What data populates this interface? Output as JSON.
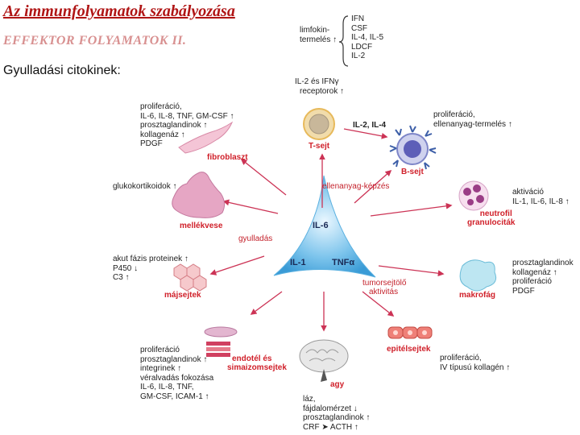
{
  "slide": {
    "title": "Az immunfolyamatok szabályozása",
    "subtitle": "EFFEKTOR FOLYAMATOK  II.",
    "heading": "Gyulladási citokinek:"
  },
  "lymphokine": {
    "label_line1": "limfokin-",
    "label_line2": "termelés ↑",
    "items": [
      "IFN",
      "CSF",
      "IL-4, IL-5",
      "LDCF",
      "IL-2"
    ]
  },
  "receptor": {
    "line1": "IL-2 és IFNγ",
    "line2": "receptorok ↑"
  },
  "tcell": {
    "label": "T-sejt",
    "arrow_label": "IL-2, IL-4"
  },
  "bcell": {
    "label": "B-sejt",
    "effects": [
      "proliferáció,",
      "ellenanyag-termelés ↑"
    ]
  },
  "fibroblast": {
    "label": "fibroblaszt",
    "effects": [
      "proliferáció,",
      "IL-6, IL-8, TNF, GM-CSF ↑",
      "prosztaglandinok ↑",
      "kollagenáz ↑",
      "PDGF"
    ]
  },
  "adrenal": {
    "label": "mellékvese",
    "effect": "glukokortikoidok ↑"
  },
  "neutrophil": {
    "label_line1": "neutrofil",
    "label_line2": "granulociták",
    "effects": [
      "aktiváció",
      "IL-1, IL-6, IL-8 ↑"
    ]
  },
  "center": {
    "il6": "IL-6",
    "il1": "IL-1",
    "tnf": "TNFα",
    "antibody": "ellenanyag-képzés",
    "inflammation": "gyulladás",
    "antitumor_line1": "tumorsejtölő",
    "antitumor_line2": "aktivitás"
  },
  "liver": {
    "label": "májsejtek",
    "effects": [
      "akut fázis proteinek ↑",
      "P450 ↓",
      "C3 ↑"
    ]
  },
  "macrophage": {
    "label": "makrofág",
    "effects": [
      "prosztaglandinok",
      "kollagenáz ↑",
      "proliferáció",
      "PDGF"
    ]
  },
  "endothel": {
    "label_line1": "endotél és",
    "label_line2": "simaizomsejtek",
    "effects": [
      "proliferáció",
      "prosztaglandinok ↑",
      "integrinek ↑",
      "véralvadás fokozása",
      "IL-6, IL-8, TNF,",
      "GM-CSF, ICAM-1 ↑"
    ]
  },
  "brain": {
    "label": "agy",
    "effects": [
      "láz,",
      "fájdalomérzet ↓",
      "prosztaglandinok ↑",
      "CRF  ➤  ACTH ↑"
    ]
  },
  "epithel": {
    "label": "epitélsejtek",
    "effects": [
      "proliferáció,",
      "IV típusú kollagén ↑"
    ]
  },
  "colors": {
    "title": "#b01515",
    "subtitle": "#d89090",
    "red_label": "#d0202a",
    "arrow": "#cc3355",
    "center": "#4aa8dc"
  }
}
